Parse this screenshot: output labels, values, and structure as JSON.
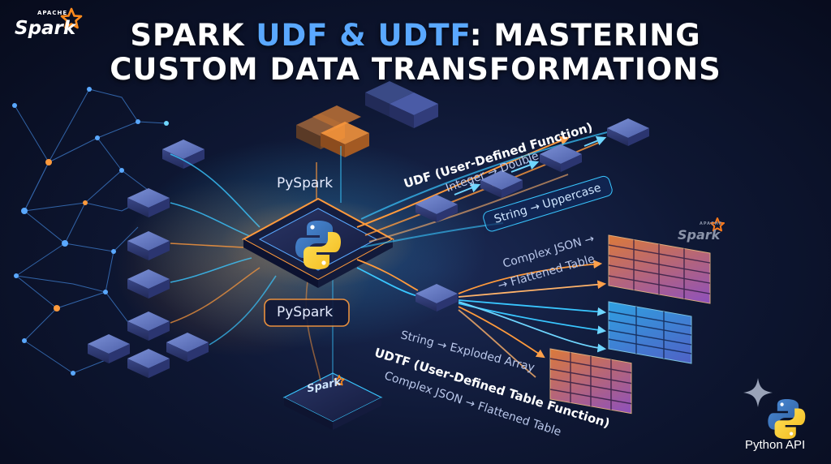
{
  "header": {
    "title_line1_part1": "SPARK ",
    "title_line1_accent": "UDF & UDTF",
    "title_line1_part2": ": MASTERING",
    "title_line2": "CUSTOM DATA TRANSFORMATIONS"
  },
  "logo": {
    "apache": "APACHE",
    "spark": "Spark"
  },
  "watermark": {
    "apache": "APACHE",
    "spark": "Spark"
  },
  "chip_label": "Spark",
  "labels": {
    "pyspark_top": "PySpark",
    "pyspark_bottom": "PySpark",
    "udf_title": "UDF (User-Defined Function)",
    "integer_double": "Integer → Double",
    "string_uppercase": "String → Uppercase",
    "complex_json_top": "Complex JSON →",
    "flattened_table_top": "→ Flattened Table",
    "string_exploded": "String → Exploded Array",
    "udtf_title": "UDTF (User-Defined Table Function)",
    "complex_json_bottom": "Complex JSON → Flattened Table"
  },
  "footer": {
    "python_api": "Python API"
  },
  "colors": {
    "background": "#0a1024",
    "accent_blue": "#5aa8ff",
    "orange": "#ff9a3c",
    "cyan": "#39c6ff",
    "purple": "#a06bff"
  },
  "icons": [
    "spark-star-icon",
    "python-logo-icon",
    "sparkle-icon"
  ]
}
